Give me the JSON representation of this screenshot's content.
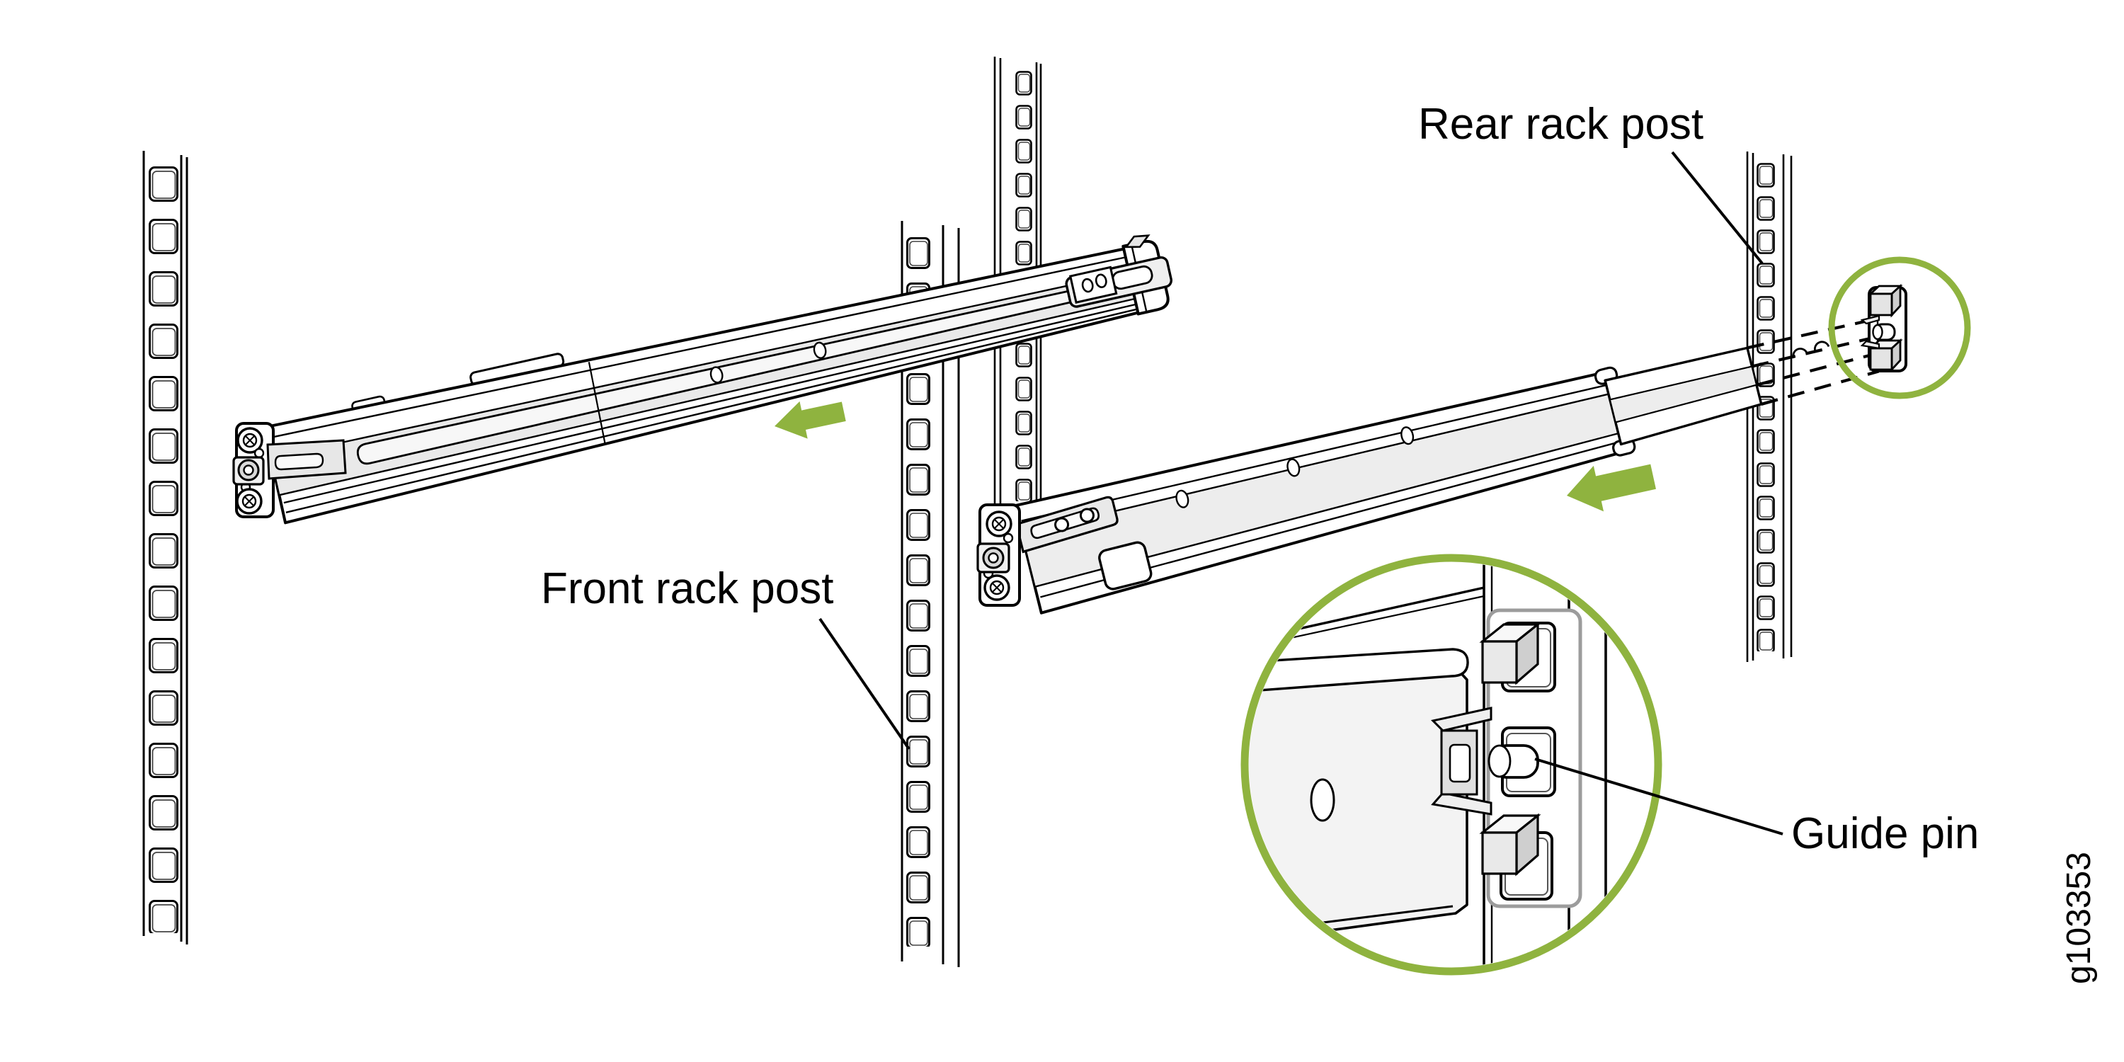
{
  "figure": {
    "type": "hardware-installation-diagram",
    "background": "#ffffff",
    "line_color": "#000000",
    "accent_green": "#8FB33F",
    "figure_id": "g103353",
    "labels": {
      "rear_rack_post": "Rear rack post",
      "front_rack_post": "Front rack post",
      "guide_pin": "Guide pin"
    }
  }
}
